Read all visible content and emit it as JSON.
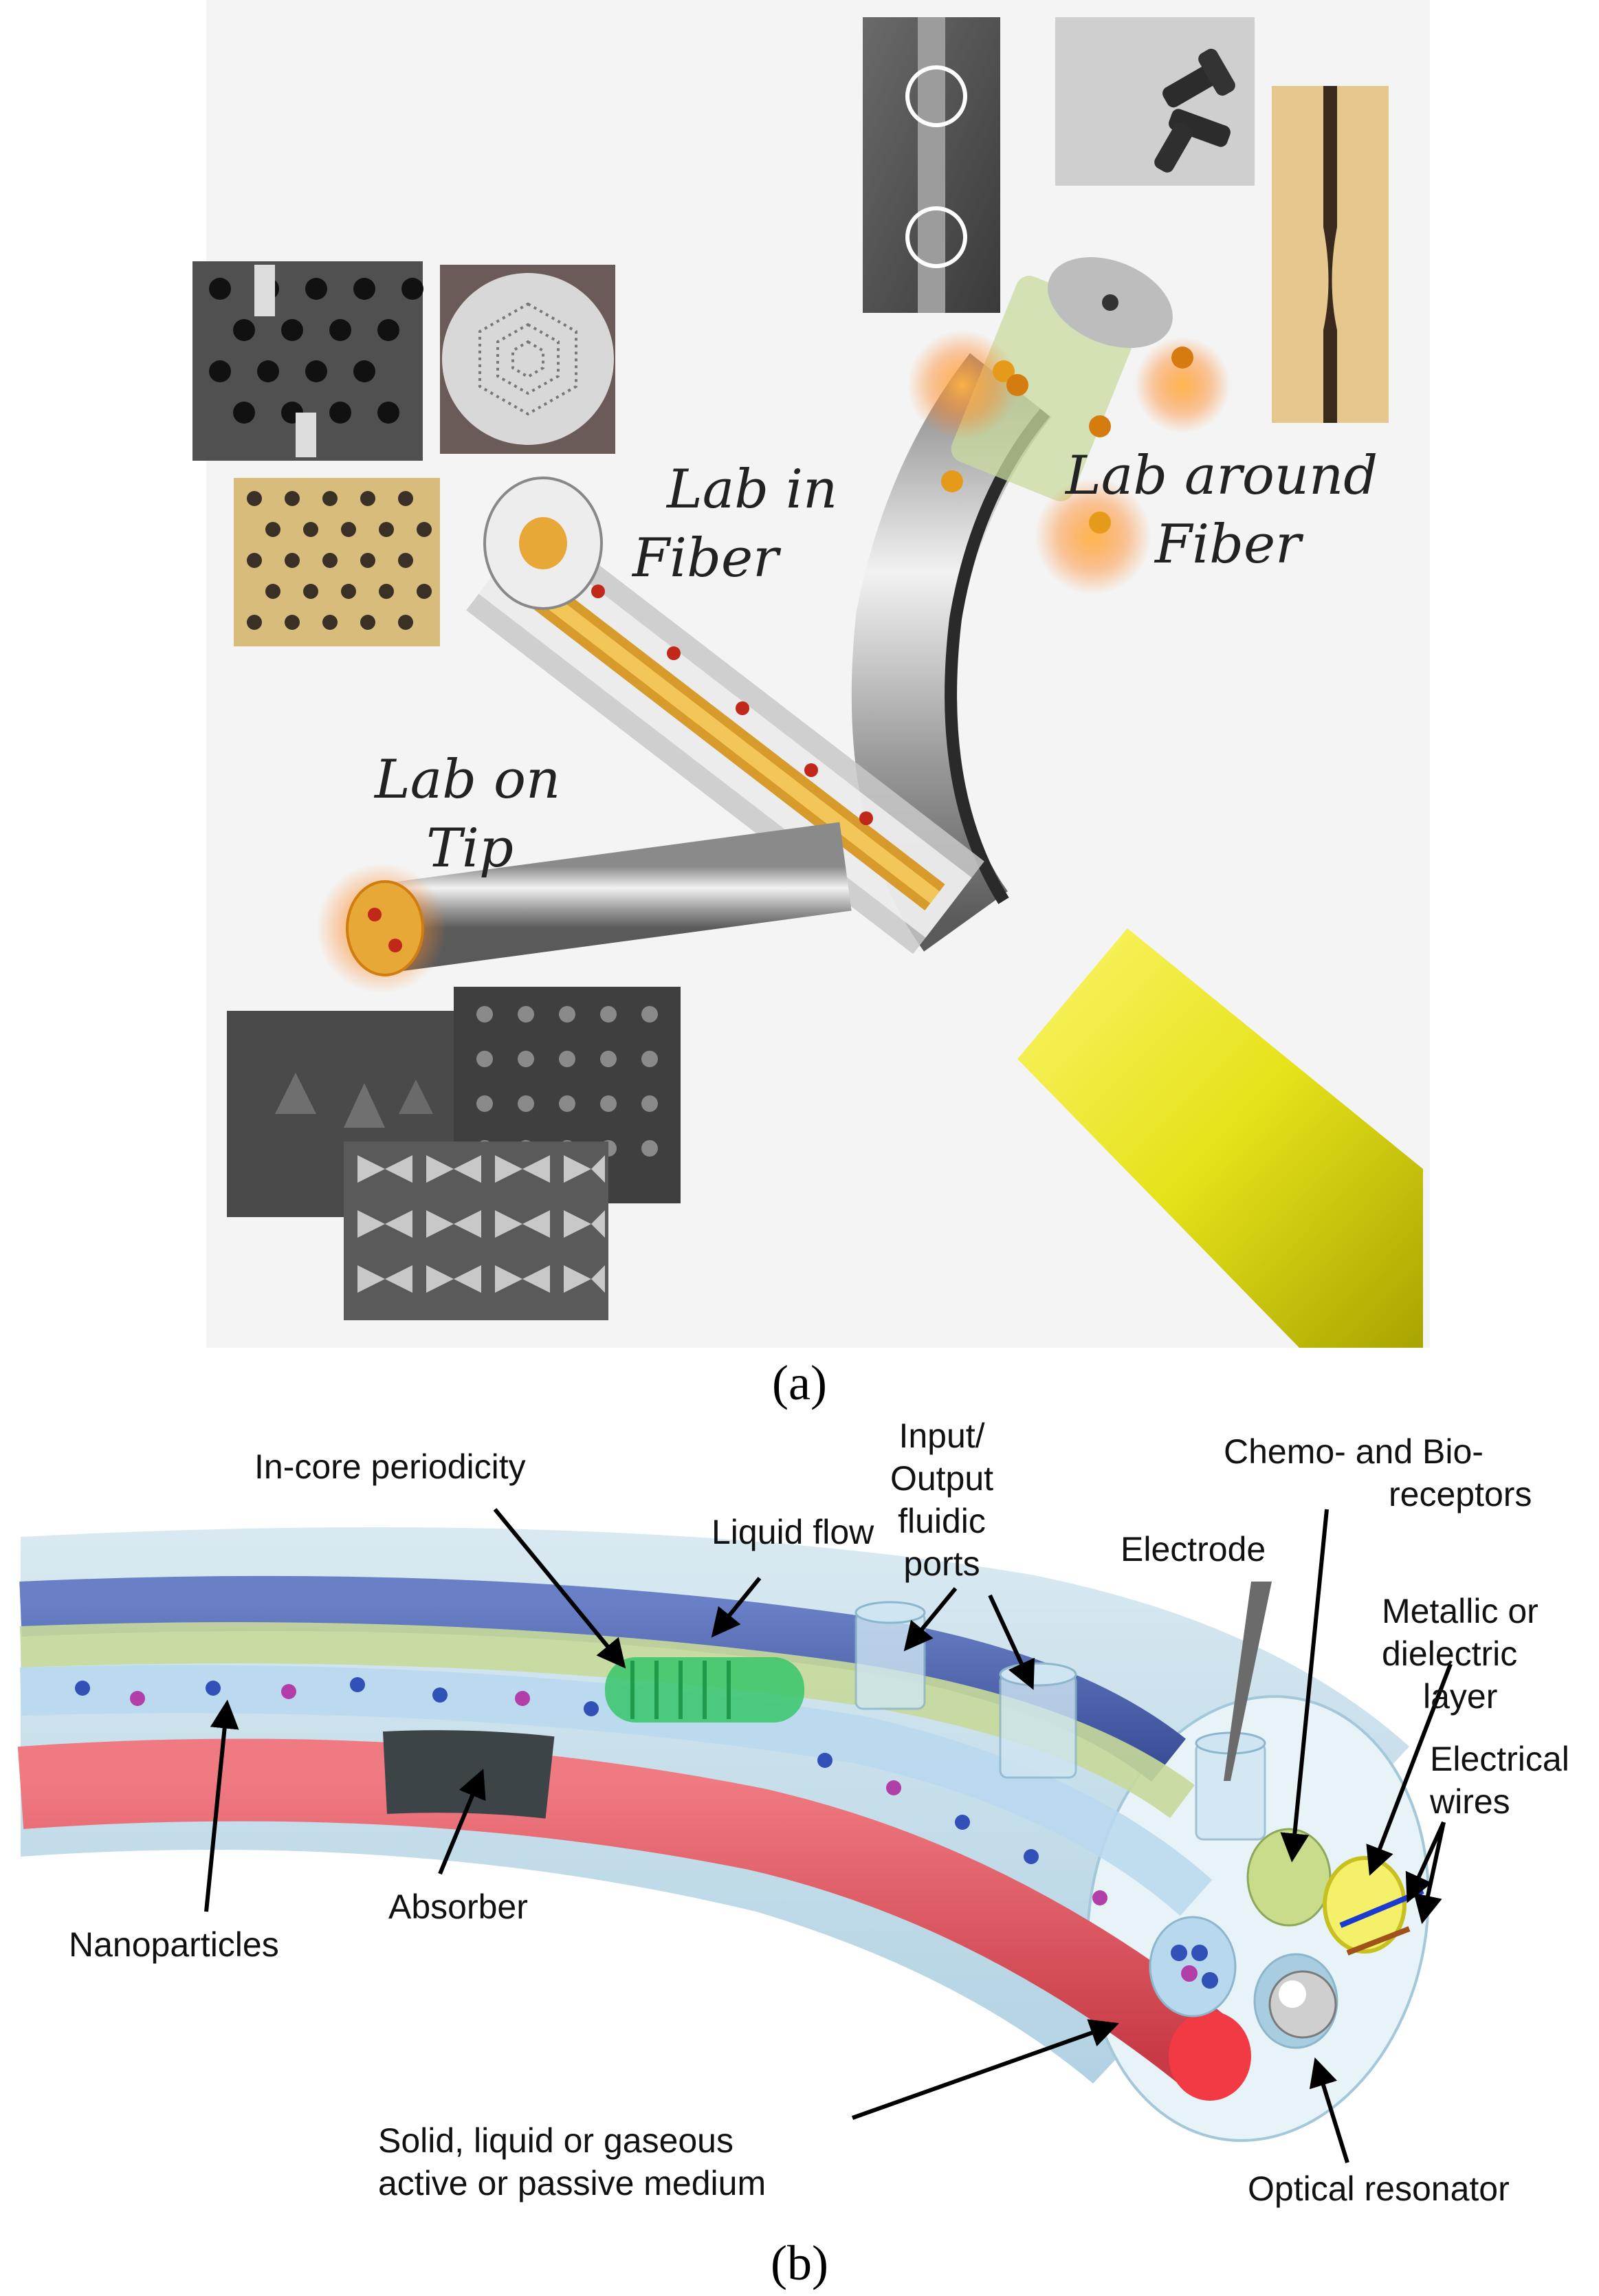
{
  "panel_a": {
    "caption": "(a)",
    "labels": {
      "lab_in_fiber_line1": "Lab in",
      "lab_in_fiber_line2": "Fiber",
      "lab_around_fiber_line1": "Lab around",
      "lab_around_fiber_line2": "Fiber",
      "lab_on_tip_line1": "Lab on",
      "lab_on_tip_line2": "Tip"
    }
  },
  "panel_b": {
    "caption": "(b)",
    "labels": {
      "in_core_periodicity": "In-core periodicity",
      "liquid_flow": "Liquid flow",
      "io_line1": "Input/",
      "io_line2": "Output",
      "io_line3": "fluidic",
      "io_line4": "ports",
      "electrode": "Electrode",
      "chemo_line1": "Chemo- and Bio-",
      "chemo_line2": "receptors",
      "metal_line1": "Metallic or",
      "metal_line2": "dielectric",
      "metal_line3": "layer",
      "wires_line1": "Electrical",
      "wires_line2": "wires",
      "nanoparticles": "Nanoparticles",
      "absorber": "Absorber",
      "medium_line1": "Solid, liquid or gaseous",
      "medium_line2": "active or passive medium",
      "optical_resonator": "Optical resonator"
    }
  },
  "colors": {
    "jacket": "#e6e21a",
    "cladding_blue": "#bcd9e8",
    "red_core": "#e2545e",
    "blue_channel": "#4a63b0",
    "green": "#39c26a",
    "glow": "#ff9a2a"
  }
}
